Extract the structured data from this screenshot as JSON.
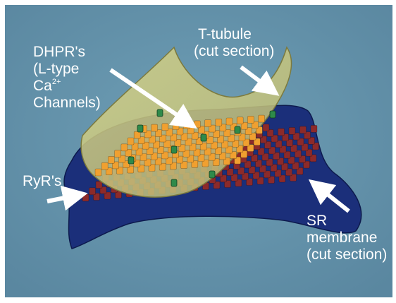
{
  "colors": {
    "background": "#5f8fa8",
    "sr_membrane": "#1b2f7a",
    "t_tubule": "#c9c77a",
    "dhpr": "#2e8a4a",
    "ryr_red": "#8c2a2a",
    "orange": "#f0a030",
    "arrow": "#ffffff"
  },
  "labels": {
    "dhpr_line1": "DHPR's",
    "dhpr_line2": "(L-type",
    "dhpr_line3a": "Ca",
    "dhpr_line3b": "2+",
    "dhpr_line4": "Channels)",
    "ttub_line1": "T-tubule",
    "ttub_line2": "(cut section)",
    "ryr": "RyR's",
    "sr_line1": "SR",
    "sr_line2": "membrane",
    "sr_line3": "(cut section)"
  }
}
